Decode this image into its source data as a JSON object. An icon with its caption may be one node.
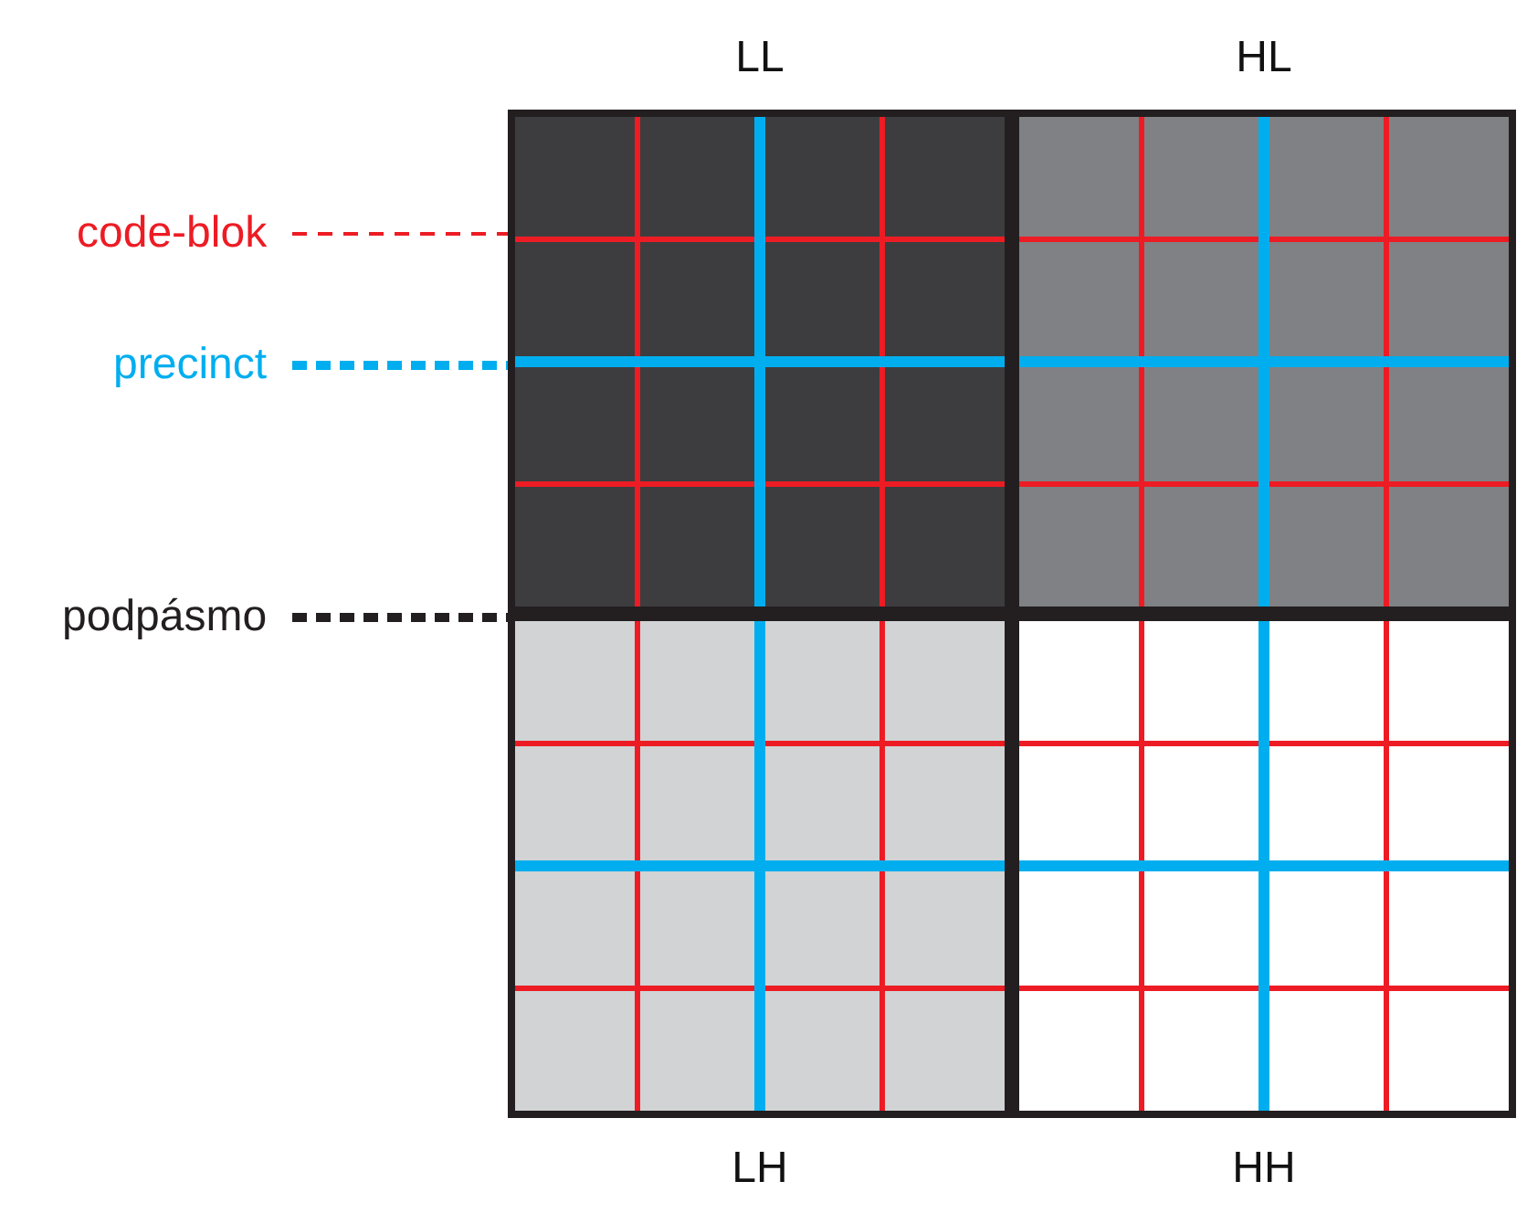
{
  "diagram": {
    "nodes": [
      {
        "text": [
          "LL"
        ]
      },
      {
        "text": [
          "HL"
        ]
      },
      {
        "text": [
          "LH"
        ]
      },
      {
        "text": [
          "HH"
        ]
      },
      {
        "text": [
          "code-blok"
        ]
      },
      {
        "text": [
          "precinct"
        ]
      },
      {
        "text": [
          "podpásmo"
        ]
      }
    ],
    "edges": [
      {
        "from": 4,
        "to": 0,
        "arrow": "none",
        "style": "dashed",
        "color": "#ed1c24"
      },
      {
        "from": 5,
        "to": 0,
        "arrow": "none",
        "style": "dashed",
        "color": "#00aeef"
      },
      {
        "from": 6,
        "to": 0,
        "arrow": "none",
        "style": "dashed",
        "color": "#231f20"
      }
    ]
  }
}
